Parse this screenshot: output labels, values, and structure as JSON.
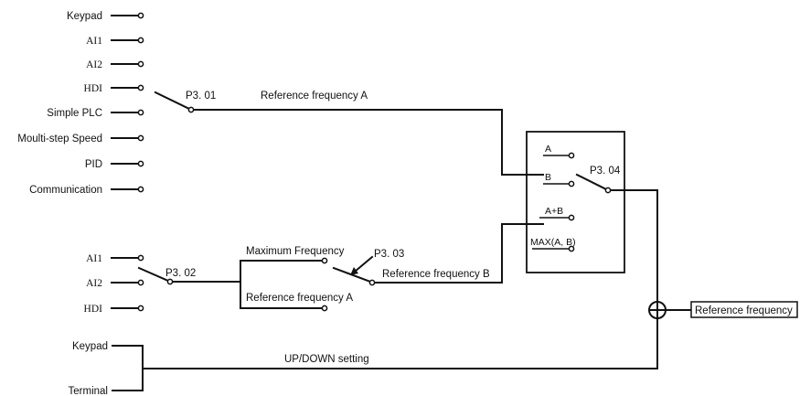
{
  "inputs_a": [
    "Keypad",
    "AI1",
    "AI2",
    "HDI",
    "Simple PLC",
    "Moulti-step Speed",
    "PID",
    "Communication"
  ],
  "inputs_b": [
    "AI1",
    "AI2",
    "HDI"
  ],
  "inputs_c": [
    "Keypad",
    "Terminal"
  ],
  "switches": {
    "p301": "P3. 01",
    "p302": "P3. 02",
    "p303": "P3. 03",
    "p304": "P3. 04"
  },
  "wires": {
    "ref_freq_a_top": "Reference frequency A",
    "max_freq": "Maximum Frequency",
    "ref_freq_a_bottom": "Reference frequency A",
    "ref_freq_b": "Reference frequency B",
    "updown": "UP/DOWN setting"
  },
  "combiner": {
    "opt_a": "A",
    "opt_b": "B",
    "opt_apb": "A+B",
    "opt_max": "MAX(A, B)"
  },
  "output": "Reference frequency",
  "sum_symbol": "+"
}
